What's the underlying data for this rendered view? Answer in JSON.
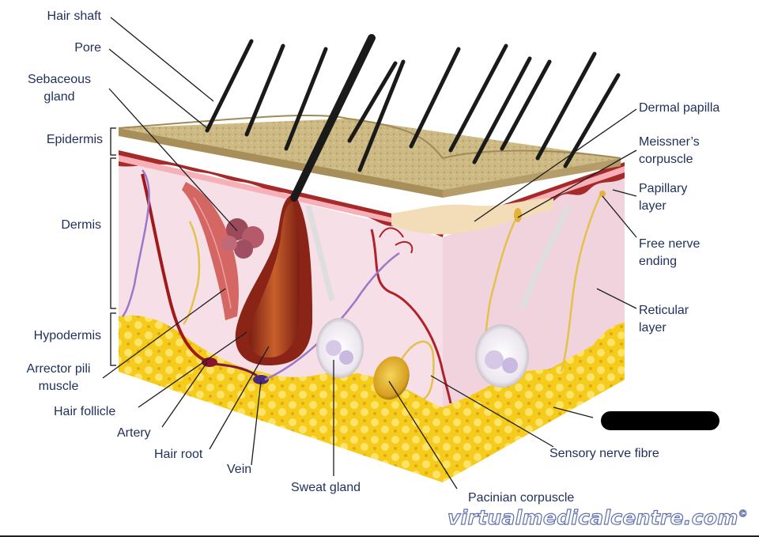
{
  "labels": {
    "hair_shaft": "Hair shaft",
    "pore": "Pore",
    "sebaceous_gland_1": "Sebaceous",
    "sebaceous_gland_2": "gland",
    "epidermis": "Epidermis",
    "dermis": "Dermis",
    "hypodermis": "Hypodermis",
    "arrector_pili_1": "Arrector pili",
    "arrector_pili_2": "muscle",
    "hair_follicle": "Hair follicle",
    "artery": "Artery",
    "hair_root": "Hair root",
    "vein": "Vein",
    "sweat_gland": "Sweat gland",
    "pacinian_corpuscle": "Pacinian corpuscle",
    "sensory_nerve_fibre": "Sensory nerve fibre",
    "dermal_papilla": "Dermal papilla",
    "meissners_1": "Meissner’s",
    "meissners_2": "corpuscle",
    "papillary_1": "Papillary",
    "papillary_2": "layer",
    "free_nerve_1": "Free nerve",
    "free_nerve_2": "ending",
    "reticular_1": "Reticular",
    "reticular_2": "layer"
  },
  "watermark": {
    "text": "virtualmedicalcentre.com",
    "symbol": "©"
  },
  "colors": {
    "label_text": "#1f2f5c",
    "epidermis": "#cdb983",
    "dermis": "#f4dbe3",
    "hypodermis": "#f5cc1c",
    "vessels": "#a01818",
    "nerve": "#d7b84a",
    "leader_line": "#1c1c1c"
  }
}
